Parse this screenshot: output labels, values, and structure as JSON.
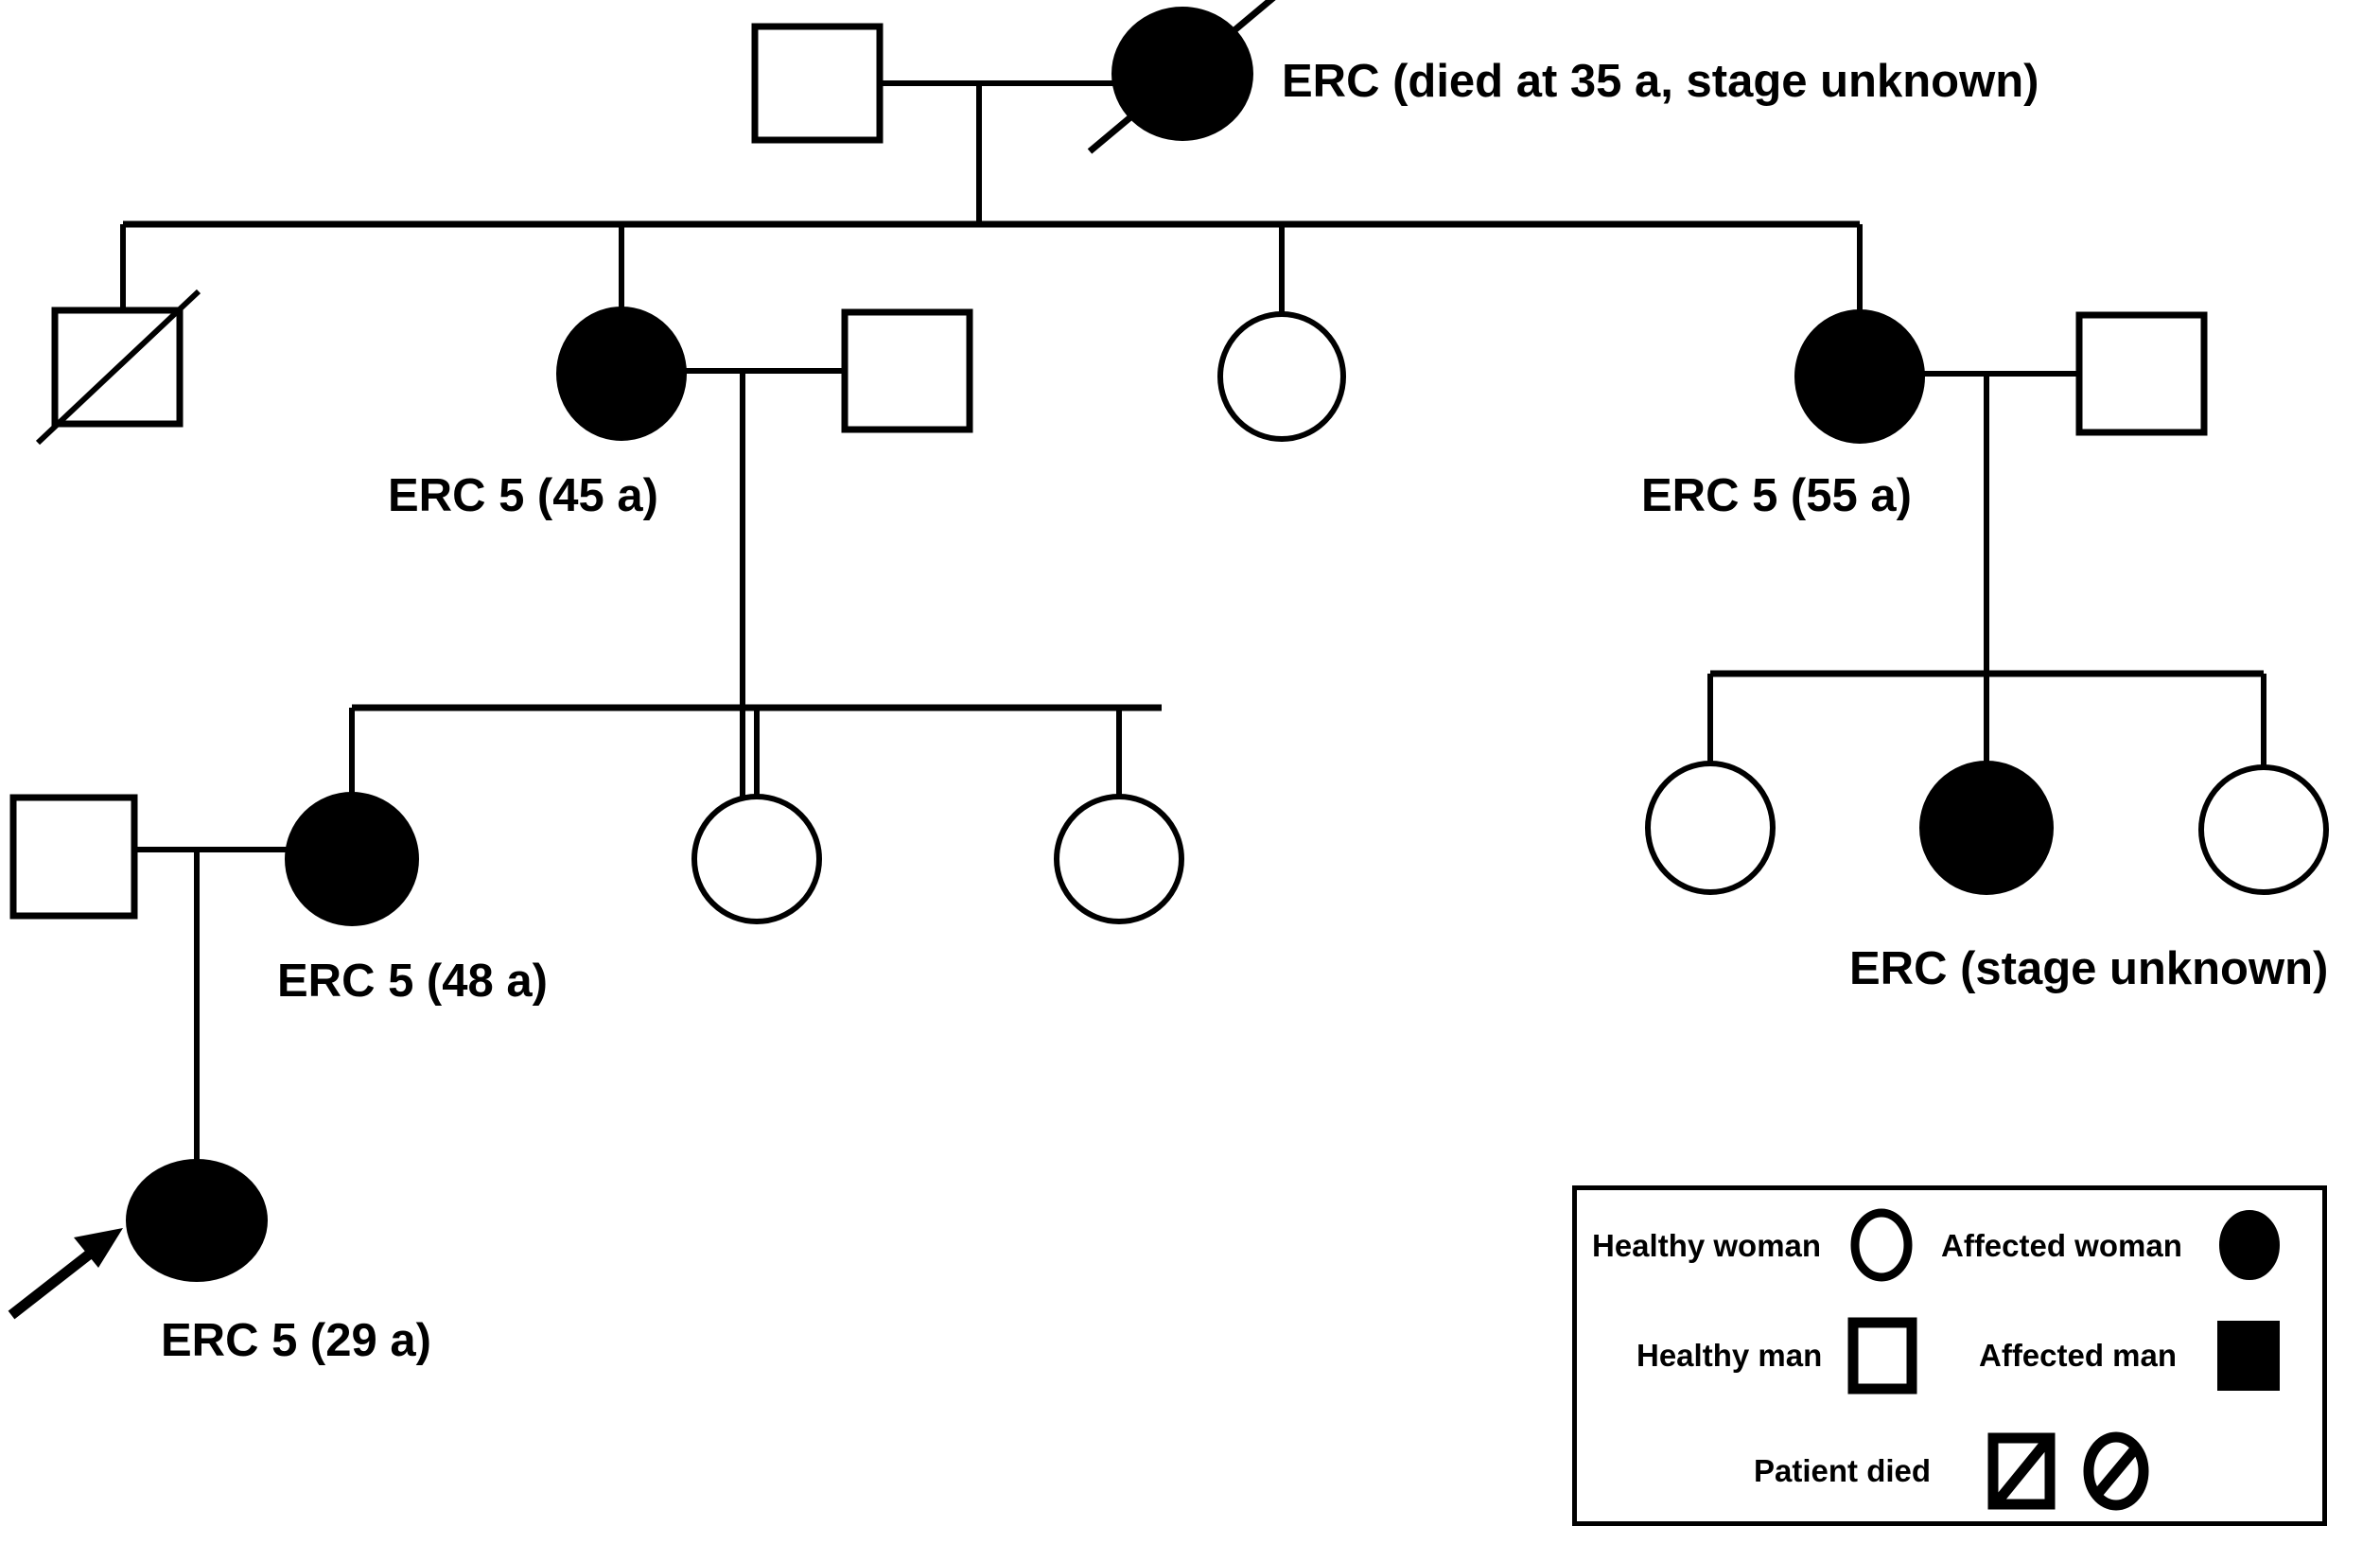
{
  "figure": {
    "type": "pedigree-chart",
    "title": "",
    "colors": {
      "affected_fill": "#000000",
      "unaffected_fill": "#ffffff",
      "stroke": "#000000",
      "background": "#ffffff"
    }
  },
  "annotations": {
    "founder_female": "ERC (died at 35 a, stage unknown)",
    "gen2_daughter_left": "ERC 5 (45 a)",
    "gen2_daughter_right": "ERC 5 (55 a)",
    "gen3_daughter_left": "ERC 5 (48 a)",
    "gen3_daughter_right": "ERC (stage unknown)",
    "proband": "ERC 5 (29 a)"
  },
  "legend": {
    "rows": [
      {
        "left_label": "Healthy woman",
        "left_symbol": "circle-open-icon",
        "right_label": "Affected woman",
        "right_symbol": "circle-filled-icon"
      },
      {
        "left_label": "Healthy man",
        "left_symbol": "square-open-icon",
        "right_label": "Affected man",
        "right_symbol": "square-filled-icon"
      },
      {
        "left_label": "Patient died",
        "left_symbol": "square-slashed-icon",
        "right_label": "",
        "right_symbol": "circle-slashed-icon"
      }
    ]
  },
  "individuals": [
    {
      "id": "I-1",
      "sex": "male",
      "shape": "square",
      "affected": false,
      "deceased": false,
      "generation": 1,
      "label": ""
    },
    {
      "id": "I-2",
      "sex": "female",
      "shape": "circle",
      "affected": true,
      "deceased": true,
      "generation": 1,
      "label": "ERC (died at 35 a, stage unknown)"
    },
    {
      "id": "II-1",
      "sex": "male",
      "shape": "square",
      "affected": false,
      "deceased": true,
      "generation": 2,
      "label": ""
    },
    {
      "id": "II-2",
      "sex": "female",
      "shape": "circle",
      "affected": true,
      "deceased": false,
      "generation": 2,
      "label": "ERC 5 (45 a)"
    },
    {
      "id": "II-3",
      "sex": "male",
      "shape": "square",
      "affected": false,
      "deceased": false,
      "generation": 2,
      "label": ""
    },
    {
      "id": "II-4",
      "sex": "female",
      "shape": "circle",
      "affected": false,
      "deceased": false,
      "generation": 2,
      "label": ""
    },
    {
      "id": "II-5",
      "sex": "female",
      "shape": "circle",
      "affected": true,
      "deceased": false,
      "generation": 2,
      "label": "ERC 5 (55 a)"
    },
    {
      "id": "II-6",
      "sex": "male",
      "shape": "square",
      "affected": false,
      "deceased": false,
      "generation": 2,
      "label": ""
    },
    {
      "id": "III-0",
      "sex": "male",
      "shape": "square",
      "affected": false,
      "deceased": false,
      "generation": 3,
      "label": ""
    },
    {
      "id": "III-1",
      "sex": "female",
      "shape": "circle",
      "affected": true,
      "deceased": false,
      "generation": 3,
      "label": "ERC 5 (48 a)"
    },
    {
      "id": "III-2",
      "sex": "female",
      "shape": "circle",
      "affected": false,
      "deceased": false,
      "generation": 3,
      "label": ""
    },
    {
      "id": "III-3",
      "sex": "female",
      "shape": "circle",
      "affected": false,
      "deceased": false,
      "generation": 3,
      "label": ""
    },
    {
      "id": "III-4",
      "sex": "female",
      "shape": "circle",
      "affected": false,
      "deceased": false,
      "generation": 3,
      "label": ""
    },
    {
      "id": "III-5",
      "sex": "female",
      "shape": "circle",
      "affected": true,
      "deceased": false,
      "generation": 3,
      "label": "ERC (stage unknown)"
    },
    {
      "id": "III-6",
      "sex": "female",
      "shape": "circle",
      "affected": false,
      "deceased": false,
      "generation": 3,
      "label": ""
    },
    {
      "id": "IV-1",
      "sex": "female",
      "shape": "circle",
      "affected": true,
      "deceased": false,
      "generation": 4,
      "proband": true,
      "label": "ERC 5 (29 a)"
    }
  ]
}
